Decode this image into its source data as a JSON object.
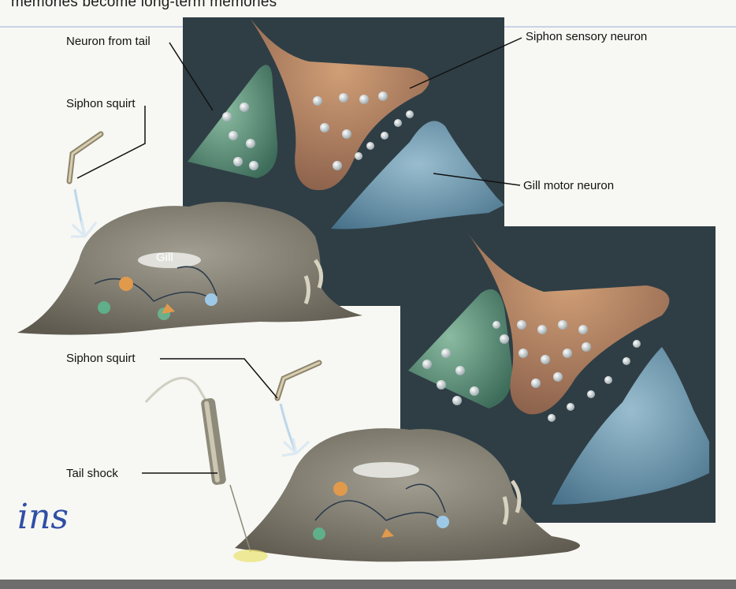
{
  "header": {
    "text": "memories become long-term memories"
  },
  "labels": {
    "neuron_from_tail": "Neuron from tail",
    "siphon_sensory_neuron": "Siphon sensory neuron",
    "siphon_squirt_top": "Siphon squirt",
    "gill_motor_neuron": "Gill motor neuron",
    "gill": "Gill",
    "siphon_squirt_bottom": "Siphon squirt",
    "tail_shock": "Tail shock"
  },
  "handwriting": "ins",
  "colors": {
    "panel_bg": "#2f3e45",
    "tail_neuron": "#4f8a6f",
    "sensory_neuron": "#b07a52",
    "motor_neuron": "#5c8ea8",
    "slug": "#6e6a5e"
  }
}
